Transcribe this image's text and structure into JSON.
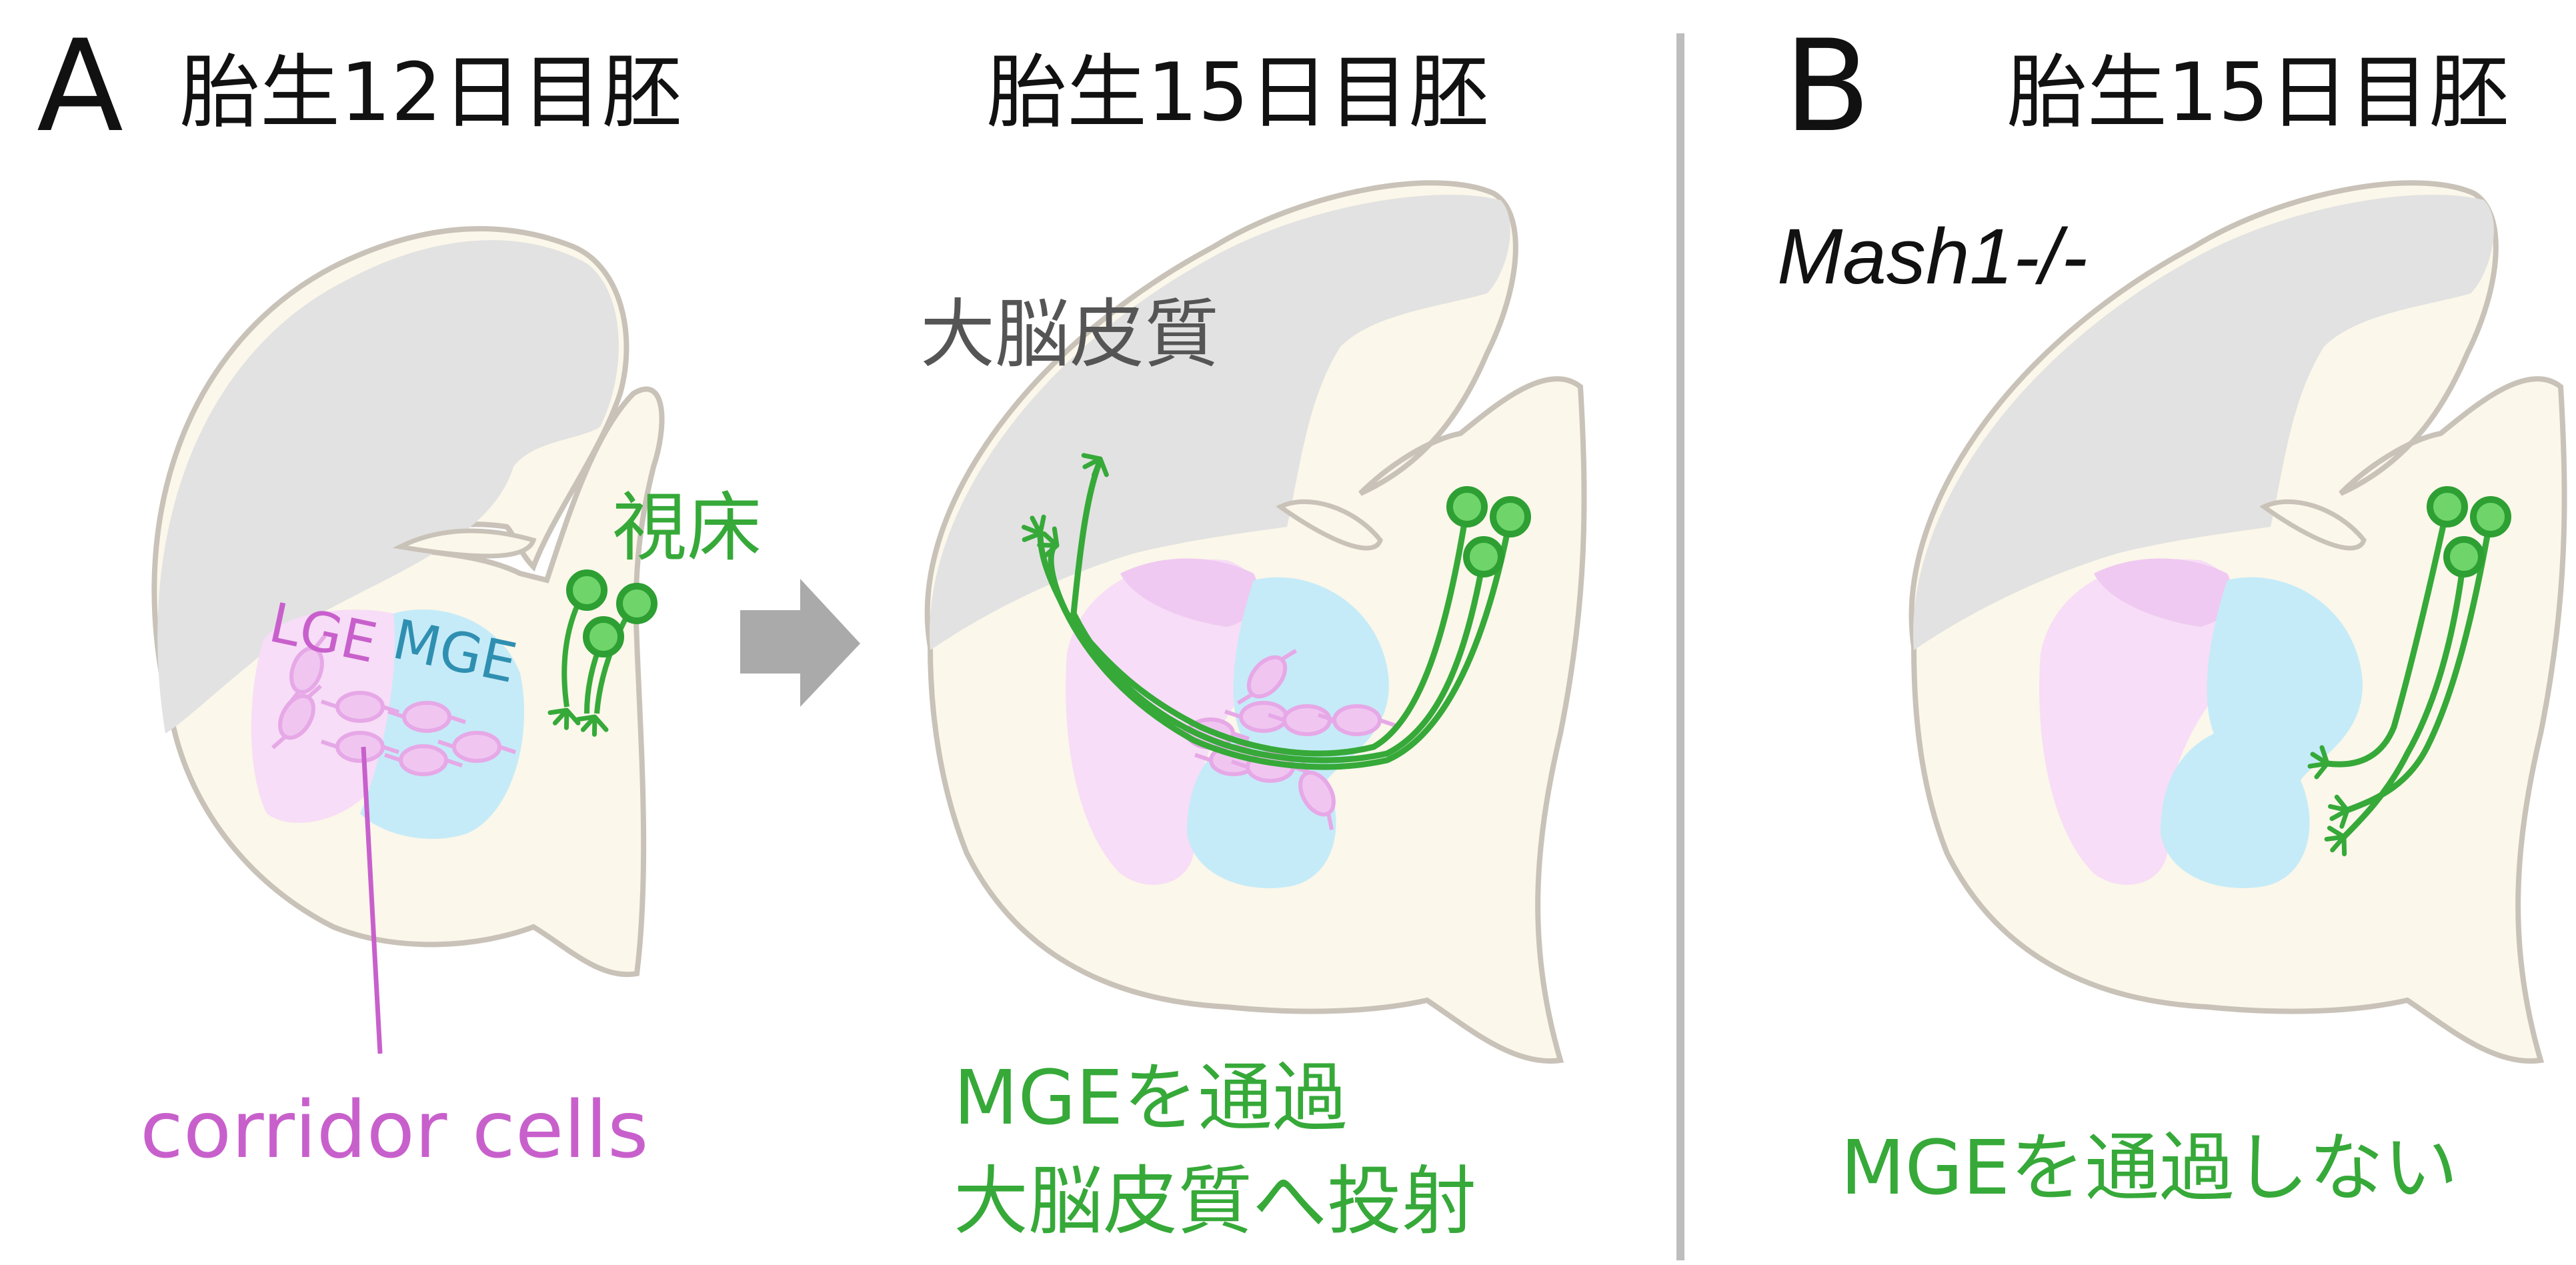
{
  "panel_a": {
    "letter": "A",
    "title_e12": "胎生12日目胚",
    "title_e15": "胎生15日目胚",
    "label_lge": "LGE",
    "label_mge": "MGE",
    "label_thalamus": "視床",
    "label_corridor": "corridor cells",
    "label_cortex": "大脳皮質",
    "caption_line1": "MGEを通過",
    "caption_line2": "大脳皮質へ投射"
  },
  "panel_b": {
    "letter": "B",
    "title": "胎生15日目胚",
    "genotype": "Mash1-/-",
    "caption": "MGEを通過しない"
  },
  "colors": {
    "tissue": "#fbf7ea",
    "outline": "#c9c2b8",
    "cortex_gray": "#e2e2e2",
    "lge_pink": "#f7ddf7",
    "lge_dark": "#efc9f1",
    "mge_blue": "#c5ebf8",
    "corridor": "#e6a8e6",
    "thalamus_green": "#36a939",
    "corridor_text": "#c860cc",
    "mge_text": "#2f8fb1",
    "divider": "#bdbdbd",
    "arrow": "#aaaaaa"
  }
}
